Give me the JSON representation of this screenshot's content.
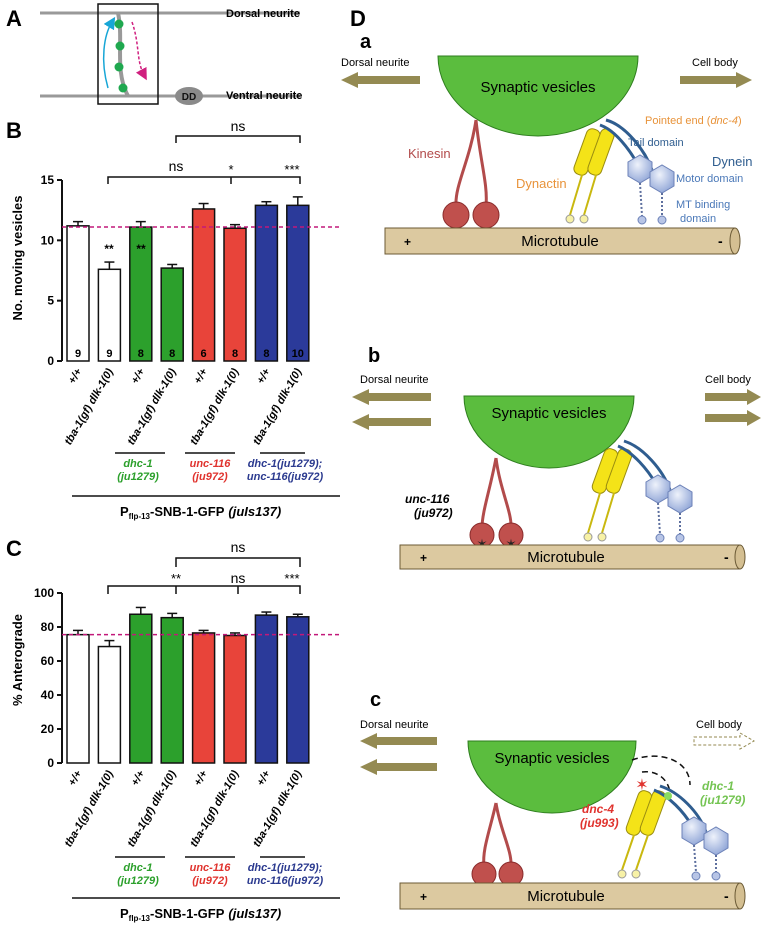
{
  "panel_A": {
    "letter": "A",
    "dorsal_label": "Dorsal neurite",
    "ventral_label": "Ventral neurite",
    "dd_label": "DD"
  },
  "panel_B": {
    "letter": "B",
    "ns_top": "ns",
    "ns_mid": "ns",
    "star1": "*",
    "star3": "***",
    "sig": [
      "**",
      "**"
    ],
    "counts": [
      "9",
      "9",
      "8",
      "8",
      "6",
      "8",
      "8",
      "10"
    ],
    "xlabels": [
      "+/+",
      "tba-1(gf) dlk-1(0)",
      "+/+",
      "tba-1(gf) dlk-1(0)",
      "+/+",
      "tba-1(gf) dlk-1(0)",
      "+/+",
      "tba-1(gf) dlk-1(0)"
    ],
    "groups": [
      {
        "l1": "dhc-1",
        "l2": "(ju1279)",
        "color": "#2ca02c"
      },
      {
        "l1": "unc-116",
        "l2": "(ju972)",
        "color": "#e0332e"
      },
      {
        "l1": "dhc-1(ju1279);",
        "l2": "unc-116(ju972)",
        "color": "#2b3a8f"
      }
    ],
    "reporter_main": "P",
    "reporter_sub": "flp-13",
    "reporter_rest": "-SNB-1-GFP",
    "reporter_ital": "(juIs137)"
  },
  "panel_C": {
    "letter": "C",
    "ns_top": "ns",
    "ns_mid": "ns",
    "star2": "**",
    "star3": "***",
    "xlabels": [
      "+/+",
      "tba-1(gf) dlk-1(0)",
      "+/+",
      "tba-1(gf) dlk-1(0)",
      "+/+",
      "tba-1(gf) dlk-1(0)",
      "+/+",
      "tba-1(gf) dlk-1(0)"
    ],
    "groups": [
      {
        "l1": "dhc-1",
        "l2": "(ju1279)",
        "color": "#2ca02c"
      },
      {
        "l1": "unc-116",
        "l2": "(ju972)",
        "color": "#e0332e"
      },
      {
        "l1": "dhc-1(ju1279);",
        "l2": "unc-116(ju972)",
        "color": "#2b3a8f"
      }
    ],
    "reporter_main": "P",
    "reporter_sub": "flp-13",
    "reporter_rest": "-SNB-1-GFP",
    "reporter_ital": "(juIs137)"
  },
  "chart_data": [
    {
      "type": "bar",
      "ylabel": "No. moving vesicles",
      "ylim": [
        0,
        15
      ],
      "yticks": [
        0,
        5,
        10,
        15
      ],
      "reference_line": 11.1,
      "categories": [
        "+/+",
        "tba-1(gf) dlk-1(0)",
        "+/+",
        "tba-1(gf) dlk-1(0)",
        "+/+",
        "tba-1(gf) dlk-1(0)",
        "+/+",
        "tba-1(gf) dlk-1(0)"
      ],
      "values": [
        11.2,
        7.6,
        11.1,
        7.7,
        12.6,
        11.0,
        12.9,
        12.9
      ],
      "errors": [
        0.35,
        0.6,
        0.45,
        0.3,
        0.45,
        0.3,
        0.3,
        0.7
      ],
      "bar_colors": [
        "#ffffff",
        "#ffffff",
        "#2ca02c",
        "#2ca02c",
        "#e8443a",
        "#e8443a",
        "#2b3a9a",
        "#2b3a9a"
      ]
    },
    {
      "type": "bar",
      "ylabel": "% Anterograde",
      "ylim": [
        0,
        100
      ],
      "yticks": [
        0,
        20,
        40,
        60,
        80,
        100
      ],
      "reference_line": 75.5,
      "categories": [
        "+/+",
        "tba-1(gf) dlk-1(0)",
        "+/+",
        "tba-1(gf) dlk-1(0)",
        "+/+",
        "tba-1(gf) dlk-1(0)",
        "+/+",
        "tba-1(gf) dlk-1(0)"
      ],
      "values": [
        75.5,
        68.5,
        87.5,
        85.5,
        76.5,
        75.0,
        87.0,
        86.0
      ],
      "errors": [
        2.5,
        3.5,
        4.0,
        2.5,
        1.5,
        1.5,
        1.8,
        1.5
      ],
      "bar_colors": [
        "#ffffff",
        "#ffffff",
        "#2ca02c",
        "#2ca02c",
        "#e8443a",
        "#e8443a",
        "#2b3a9a",
        "#2b3a9a"
      ]
    }
  ],
  "panel_D": {
    "letter": "D",
    "sub_a": "a",
    "sub_b": "b",
    "sub_c": "c",
    "dorsal": "Dorsal neurite",
    "cell_body": "Cell body",
    "vesicles": "Synaptic vesicles",
    "microtubule": "Microtubule",
    "plus": "+",
    "minus": "-",
    "kinesin": "Kinesin",
    "dynactin": "Dynactin",
    "dynein": "Dynein",
    "pointed_end": "Pointed end (",
    "pointed_gene": "dnc-4",
    "pointed_close": ")",
    "tail_domain": "Tail domain",
    "motor_domain": "Motor domain",
    "mt_binding_1": "MT binding",
    "mt_binding_2": "domain",
    "unc116_1": "unc-116",
    "unc116_2": "(ju972)",
    "dnc4_1": "dnc-4",
    "dnc4_2": "(ju993)",
    "dhc1_1": "dhc-1",
    "dhc1_2": "(ju1279)"
  }
}
